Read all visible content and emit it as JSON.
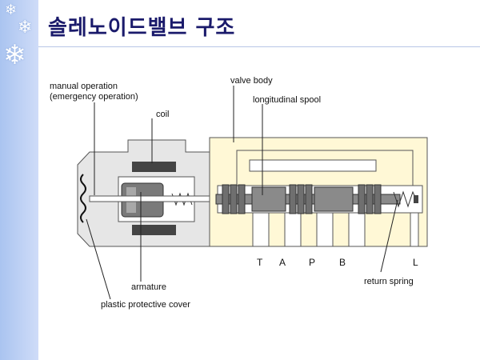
{
  "slide": {
    "title": "솔레노이드밸브 구조",
    "decoration_icon": "snowflake-icon"
  },
  "diagram": {
    "labels": {
      "manual_operation_line1": "manual operation",
      "manual_operation_line2": "(emergency operation)",
      "coil": "coil",
      "valve_body": "valve body",
      "longitudinal_spool": "longitudinal spool",
      "armature": "armature",
      "plastic_protective_cover": "plastic protective cover",
      "return_spring": "return spring"
    },
    "ports": [
      "T",
      "A",
      "P",
      "B",
      "L"
    ],
    "colors": {
      "valve_body_fill": "#fff8d6",
      "housing_fill": "#e6e6e6",
      "coil_fill": "#444444",
      "spool_fill": "#8a8a8a"
    }
  }
}
